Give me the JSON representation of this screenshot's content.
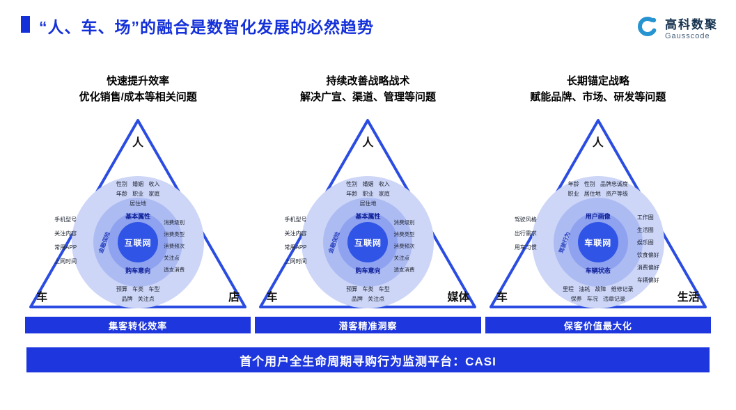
{
  "colors": {
    "accent": "#1430d9",
    "bar": "#1d36dd",
    "triangle": "#2a4ce2",
    "core": "#2f54e6",
    "logo": "#2694d1"
  },
  "header": {
    "title": "“人、车、场”的融合是数智化发展的必然趋势"
  },
  "logo": {
    "name": "高科数聚",
    "subtitle": "Gausscode"
  },
  "panels": [
    {
      "heading1": "快速提升效率",
      "heading2": "优化销售/成本等相关问题",
      "corner_top": "人",
      "corner_left": "车",
      "corner_right": "店",
      "center_label": "互联网",
      "ring_top": "基本属性",
      "ring_bottom": "购车意向",
      "ring_left_rotated": "金融保险",
      "ring_right_items": [
        "消费级别",
        "消费类型",
        "消费频次",
        "关注点",
        "透支消费"
      ],
      "outer_top_lines": [
        "性别 婚姻 收入",
        "年龄 职业 家庭",
        "居住地"
      ],
      "outer_left_items": [
        "手机型号",
        "关注内容",
        "常用APP",
        "上网时间"
      ],
      "outer_right_items": [],
      "outer_bottom_lines": [
        "预算 车类 车型",
        "品牌 关注点"
      ],
      "bar_label": "集客转化效率"
    },
    {
      "heading1": "持续改善战略战术",
      "heading2": "解决广宣、渠道、管理等问题",
      "corner_top": "人",
      "corner_left": "车",
      "corner_right": "媒体",
      "center_label": "互联网",
      "ring_top": "基本属性",
      "ring_bottom": "购车意向",
      "ring_left_rotated": "金融保险",
      "ring_right_items": [
        "消费级别",
        "消费类型",
        "消费频次",
        "关注点",
        "透支消费"
      ],
      "outer_top_lines": [
        "性别 婚姻 收入",
        "年龄 职业 家庭",
        "居住地"
      ],
      "outer_left_items": [
        "手机型号",
        "关注内容",
        "常用APP",
        "上网时间"
      ],
      "outer_right_items": [],
      "outer_bottom_lines": [
        "预算 车类 车型",
        "品牌 关注点"
      ],
      "bar_label": "潜客精准洞察"
    },
    {
      "heading1": "长期锚定战略",
      "heading2": "赋能品牌、市场、研发等问题",
      "corner_top": "人",
      "corner_left": "车",
      "corner_right": "生活",
      "center_label": "车联网",
      "ring_top": "用户画像",
      "ring_bottom": "车辆状态",
      "ring_left_rotated": "驾驶行为",
      "ring_right_items": [],
      "outer_top_lines": [
        "年龄 性别 品牌忠诚度",
        "职业 居住地 资产等级"
      ],
      "outer_left_items": [
        "驾驶风格",
        "出行需求",
        "用车习惯"
      ],
      "outer_right_items": [
        "工作圈",
        "生活圈",
        "娱乐圈",
        "饮食偏好",
        "消费偏好",
        "车辆偏好"
      ],
      "outer_bottom_lines": [
        "里程 油耗 故障 维修记录",
        "保养 车况 违章记录"
      ],
      "bar_label": "保客价值最大化"
    }
  ],
  "footer": {
    "text": "首个用户全生命周期寻购行为监测平台：CASI"
  }
}
